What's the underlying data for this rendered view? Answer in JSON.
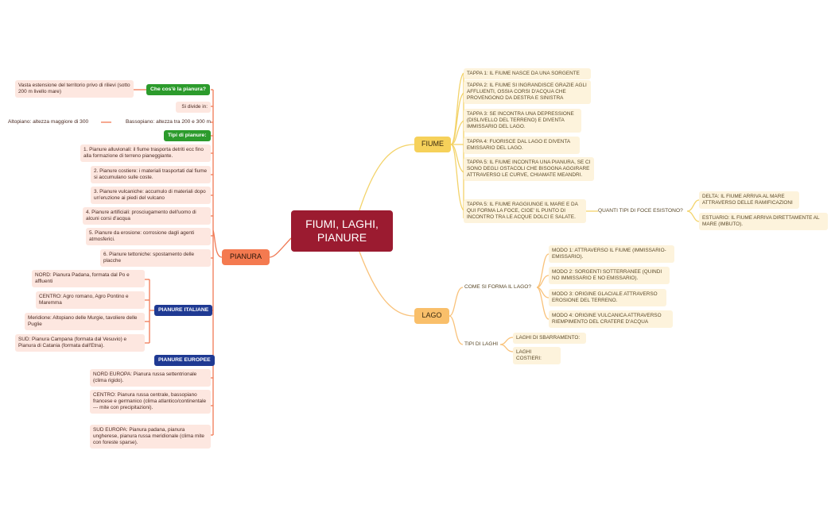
{
  "root": "FIUMI, LAGHI, PIANURE",
  "fiume": {
    "label": "FIUME",
    "tappe": [
      "TAPPA 1: IL FIUME NASCE DA UNA SORGENTE",
      "TAPPA 2: IL FIUME SI INGRANDISCE GRAZIE AGLI AFFLUENTI, OSSIA CORSI D'ACQUA CHE PROVENGONO DA DESTRA E SINISTRA",
      "TAPPA 3: SE INCONTRA UNA DEPRESSIONE (DISLIVELLO DEL TERRENO) E DIVENTA IMMISSARIO DEL LAGO.",
      "TAPPA 4: FUORISCE DAL LAGO E DIVENTA EMISSARIO DEL LAGO.",
      "TAPPA 5: IL FIUME INCONTRA UNA PIANURA, SE CI SONO DEGLI OSTACOLI CHE BISOGNA AGGIRARE ATTRAVERSO LE CURVE, CHIAMATE MEANDRI.",
      "TAPPA 5: IL FIUME RAGGIUNGE IL MARE E DA QUI FORMA LA FOCE, CIOE' IL PUNTO DI INCONTRO TRA LE ACQUE DOLCI E SALATE."
    ],
    "foce_question": "QUANTI TIPI DI FOCE ESISTONO?",
    "foce": [
      "DELTA: IL FIUME ARRIVA AL MARE ATTRAVERSO DELLE RAMIFICAZIONI",
      "ESTUARIO: IL FIUME ARRIVA DIRETTAMENTE AL MARE (IMBUTO)."
    ]
  },
  "lago": {
    "label": "LAGO",
    "come_question": "COME SI FORMA IL LAGO?",
    "modi": [
      "MODO 1: ATTRAVERSO IL FIUME (IMMISSARIO-EMISSARIO).",
      "MODO 2: SORGENTI SOTTERRANEE (QUINDI NO IMMISSARIO E NO EMISSARIO).",
      "MODO 3: ORIGINE GLACIALE ATTRAVERSO EROSIONE DEL TERRENO.",
      "MODO 4: ORIGINE VULCANICA ATTRAVERSO RIEMPIMENTO DEL CRATERE D'ACQUA"
    ],
    "tipi_label": "TIPI DI LAGHI",
    "tipi": [
      "LAGHI DI SBARRAMENTO:",
      "LAGHI COSTIERI:"
    ]
  },
  "pianura": {
    "label": "PIANURA",
    "cose_label": "Che cos'è la pianura?",
    "cose_text": "Vasta estensione del territorio privo di rilievi (sotto 200 m livello mare)",
    "divide": "Si divide in:",
    "bassopiano": "Bassopiano: altezza tra 200 e 300 m",
    "altopiano": "Altopiano: altezza maggiore di 300",
    "tipi_label": "Tipi di pianure:",
    "tipi": [
      "1. Pianure alluvionali: il fiume trasporta detriti ecc fino alla formazione di terreno pianeggiante.",
      "2. Pianure costiere: i materiali trasportati dal fiume si accumulano sulle coste.",
      "3. Pianure vulcaniche: accumulo di materiali dopo un'eruzione ai piedi del vulcano",
      "4. Pianure artificiali: prosciugamento dell'uomo di alcuni corsi d'acqua",
      "5. Pianure da erosione: corrosione dagli agenti atmosferici.",
      "6. Pianure tettoniche: spostamento delle placche"
    ],
    "italiane_label": "PIANURE ITALIANE",
    "italiane": [
      "NORD: Pianura Padana, formata dal Po e affluenti",
      "CENTRO: Agro romano, Agro Pontino e Maremma",
      "Meridione: Altopiano delle Murgie, tavoliere delle Puglie",
      "SUD: Pianura Campana (formata dal Vesuvio) e Pianura di Catania (formata dall'Etna)."
    ],
    "europee_label": "PIANURE EUROPEE",
    "europee": [
      "NORD EUROPA: Pianura russa settentrionale (clima rigido).",
      "CENTRO: Pianura russa centrale, bassopiano francese e germanico (clima atlantico/continentale --- mite con precipitazioni).",
      "SUD EUROPA: Pianura padana, pianura ungherese, pianura russa meridionale (clima mite con foreste sparse)."
    ]
  },
  "colors": {
    "root": "#9b1b30",
    "fiume": "#f6d15a",
    "lago": "#f9bf6a",
    "pianura": "#f47a50",
    "green_tag": "#2c9b2c",
    "blue_tag": "#1f3a93"
  }
}
